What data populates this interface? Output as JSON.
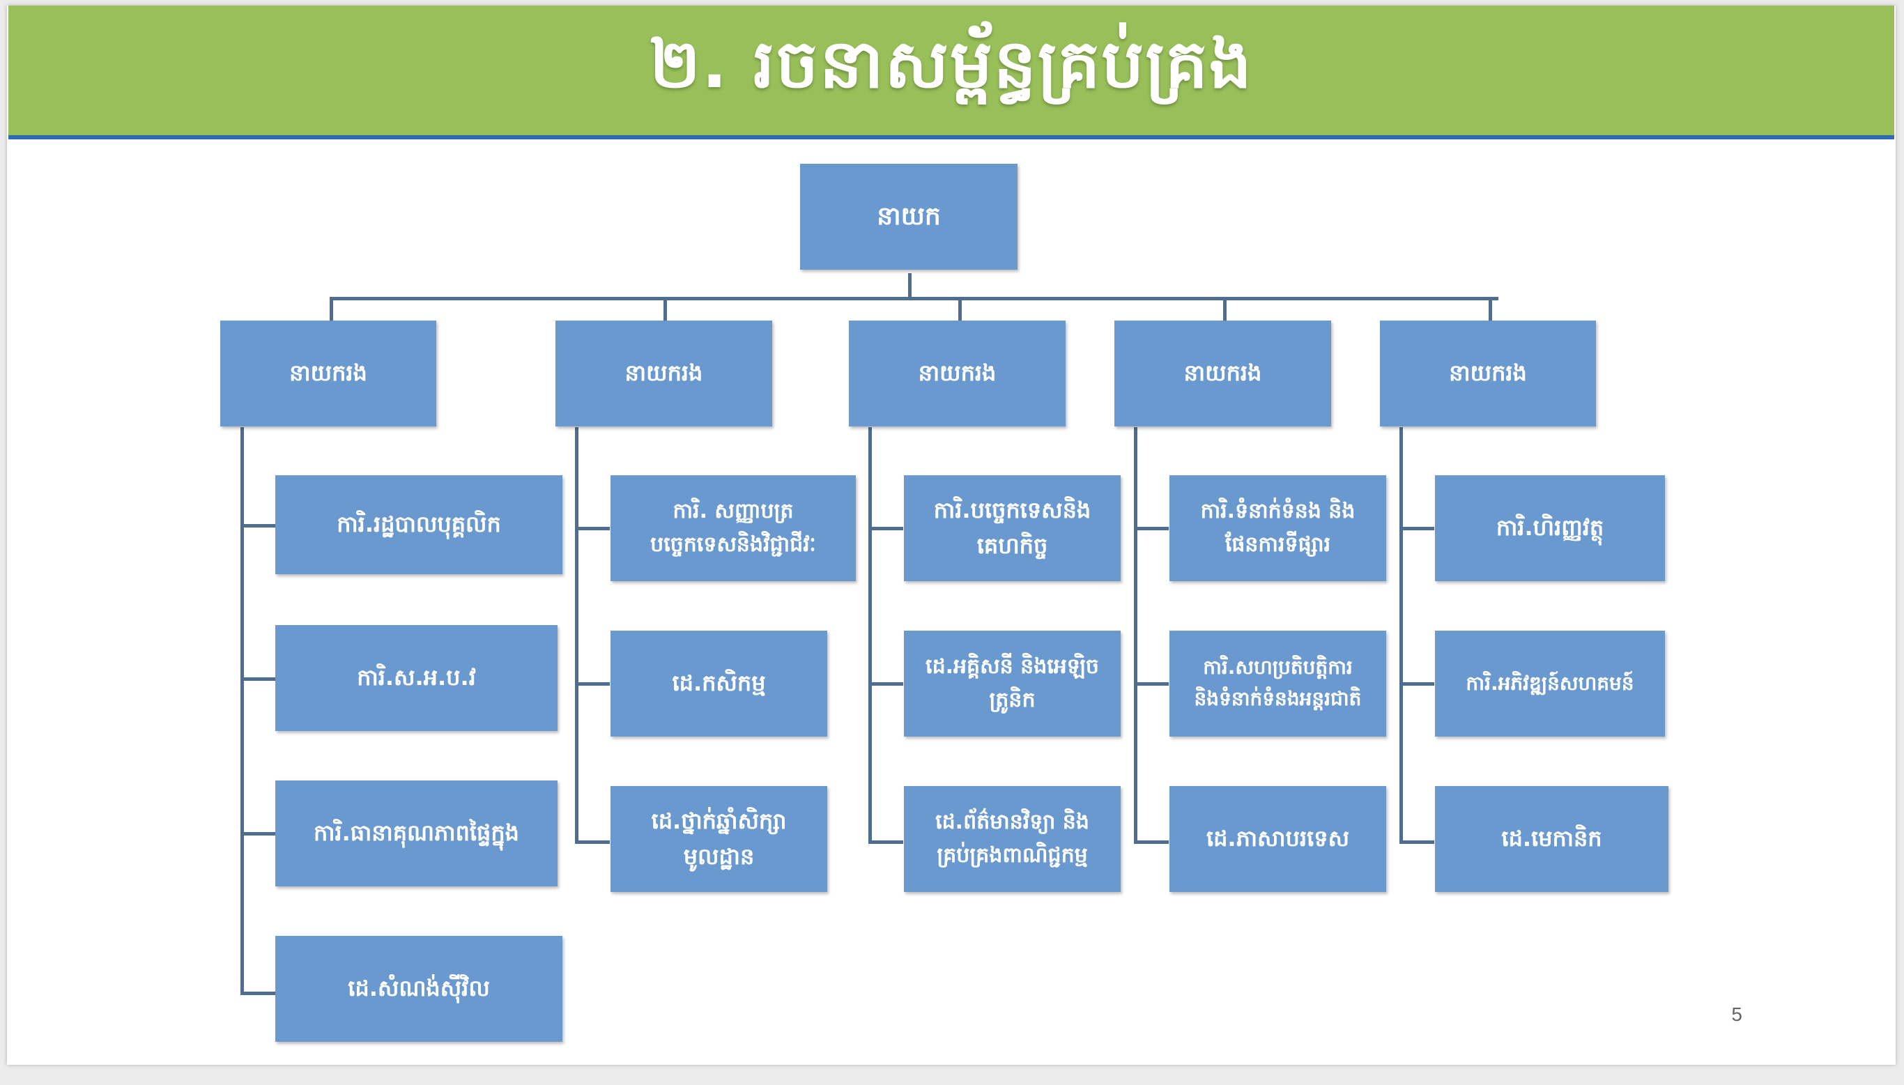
{
  "slide": {
    "title": "២. រចនាសម្ព័ន្ធគ្រប់គ្រង",
    "page_number": "5"
  },
  "org": {
    "root": "នាយក",
    "deputies": [
      "នាយករង",
      "នាយករង",
      "នាយករង",
      "នាយករង",
      "នាយករង"
    ],
    "units": [
      [
        "ការិ.រដ្ឋបាលបុគ្គលិក",
        "ការិ.ស.អ.ប.វ",
        "ការិ.ធានាគុណភាពផ្ទៃក្នុង",
        "ដេ.សំណង់ស៊ីវិល"
      ],
      [
        "ការិ. សញ្ញាបត្រ\nបច្ចេកទេសនិងវិជ្ជាជីវៈ",
        "ដេ.កសិកម្ម",
        "ដេ.ថ្នាក់ឆ្នាំសិក្សា\nមូលដ្ឋាន"
      ],
      [
        "ការិ.បច្ចេកទេសនិង\nគេហកិច្ច",
        "ដេ.អគ្គិសនី និងអេឡិច\nត្រូនិក",
        "ដេ.ព័ត៌មានវិទ្យា និង\nគ្រប់គ្រងពាណិជ្ជកម្ម"
      ],
      [
        "ការិ.ទំនាក់ទំនង និង\nផែនការទីផ្សារ",
        "ការិ.សហប្រតិបត្តិការ\nនិងទំនាក់ទំនងអន្តរជាតិ",
        "ដេ.ភាសាបរទេស"
      ],
      [
        "ការិ.ហិរញ្ញវត្ថុ",
        "ការិ.អភិវឌ្ឍន៍សហគមន៍",
        "ដេ.មេកានិក"
      ]
    ]
  }
}
